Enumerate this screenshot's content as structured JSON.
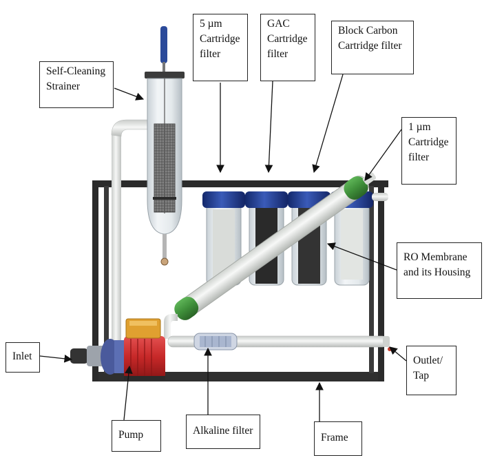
{
  "labels": {
    "self_cleaning_strainer": "Self-Cleaning\nStrainer",
    "cartridge_5um": "5 µm\nCartridge\nfilter",
    "gac_cartridge": "GAC\nCartridge\nfilter",
    "block_carbon": "Block Carbon\nCartridge filter",
    "cartridge_1um": "1 µm\nCartridge\nfilter",
    "ro_membrane": "RO Membrane\nand its Housing",
    "inlet": "Inlet",
    "outlet_tap": "Outlet/\nTap",
    "pump": "Pump",
    "alkaline_filter": "Alkaline filter",
    "frame": "Frame"
  },
  "colors": {
    "frame": "#2b2b2b",
    "cartridge_cap": "#1f3a8a",
    "gac_media": "#2a2a2a",
    "ro_end_cap": "#3f8f3a",
    "pump_motor": "#c62828",
    "pump_box": "#e0a030",
    "pipe": "#e9ebe9"
  }
}
